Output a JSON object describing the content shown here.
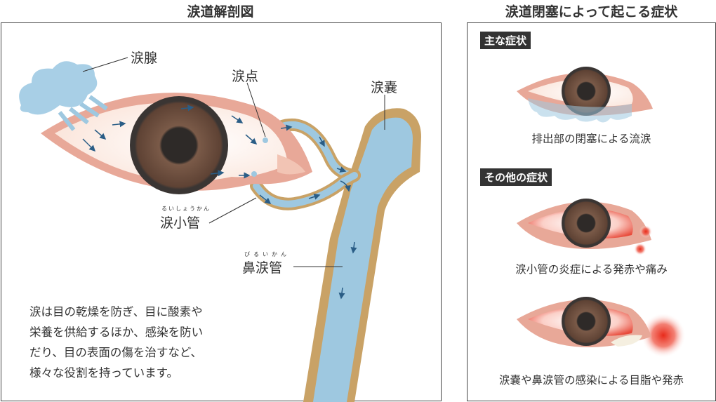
{
  "left": {
    "title": "涙道解剖図",
    "labels": {
      "gland": "涙腺",
      "punctum": "涙点",
      "sac": "涙嚢",
      "canaliculus": "涙小管",
      "canaliculus_ruby": "るいしょうかん",
      "duct": "鼻涙管",
      "duct_ruby": "びるいかん"
    },
    "description": [
      "涙は目の乾燥を防ぎ、目に酸素や",
      "栄養を供給するほか、感染を防い",
      "だり、目の表面の傷を治すなど、",
      "様々な役割を持っています。"
    ]
  },
  "right": {
    "title": "涙道閉塞によって起こる症状",
    "main_badge": "主な症状",
    "main_caption": "排出部の閉塞による流涙",
    "other_badge": "その他の症状",
    "other_captions": [
      "涙小管の炎症による発赤や痛み",
      "涙嚢や鼻涙管の感染による目脂や発赤"
    ]
  },
  "colors": {
    "lid": "#e8a898",
    "tear": "#9ec8e0",
    "duct_border": "#c9a266",
    "iris": "#6b4a3a",
    "arrow": "#2a5d86",
    "redness": "#e83a2a"
  }
}
